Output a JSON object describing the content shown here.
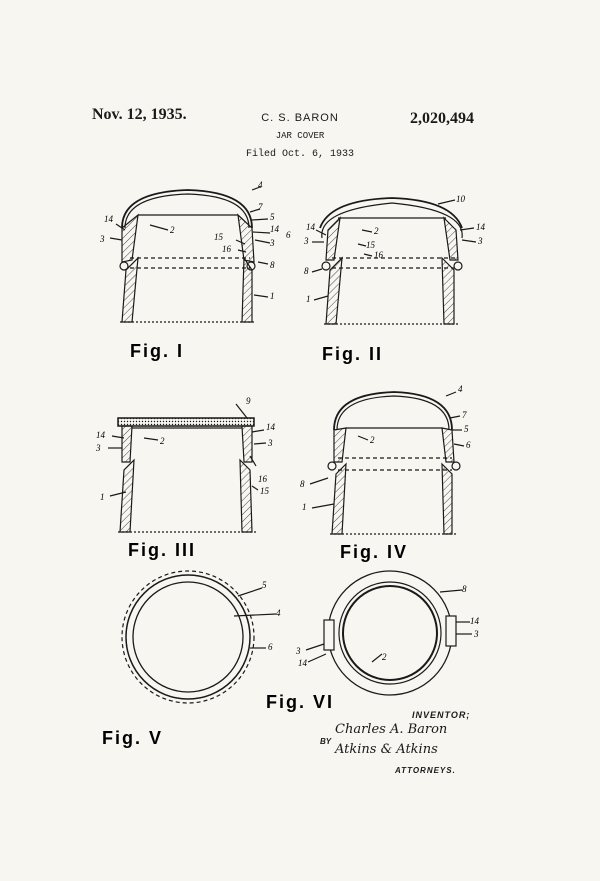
{
  "header": {
    "date": "Nov. 12, 1935.",
    "inventor": "C. S. BARON",
    "patent_number": "2,020,494",
    "title": "JAR COVER",
    "filed": "Filed Oct. 6, 1933"
  },
  "figures": {
    "fig1": "Fig. I",
    "fig2": "Fig. II",
    "fig3": "Fig. III",
    "fig4": "Fig. IV",
    "fig5": "Fig. V",
    "fig6": "Fig. VI"
  },
  "refs": {
    "r1": "1",
    "r2": "2",
    "r3": "3",
    "r4": "4",
    "r5": "5",
    "r6": "6",
    "r7": "7",
    "r8": "8",
    "r9": "9",
    "r10": "10",
    "r14": "14",
    "r15": "15",
    "r16": "16"
  },
  "signature": {
    "inventor_label": "INVENTOR;",
    "inventor_name": "Charles A. Baron",
    "by": "BY",
    "attorney_name": "Atkins & Atkins",
    "attorneys_label": "ATTORNEYS."
  },
  "colors": {
    "paper": "#f7f6f1",
    "ink": "#1a1a1a"
  }
}
